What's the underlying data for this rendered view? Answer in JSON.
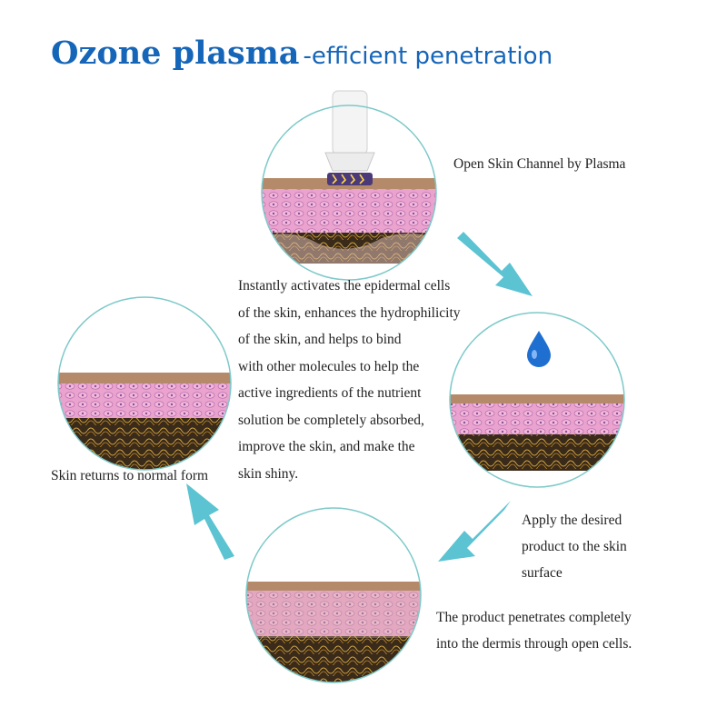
{
  "title": {
    "main": "Ozone plasma",
    "sub": "-efficient penetration"
  },
  "steps": {
    "step1": "Open Skin Channel by Plasma",
    "step2_lines": [
      "Apply the desired",
      "product to the skin",
      "surface"
    ],
    "step3_lines": [
      "The product penetrates completely",
      "into the dermis through open cells."
    ],
    "step4": "Skin returns to normal form"
  },
  "center_text_lines": [
    "Instantly activates the epidermal cells",
    "of the skin, enhances the hydrophilicity",
    "of the skin, and helps to bind",
    "with other molecules to help the",
    "active ingredients of the nutrient",
    "solution be completely absorbed,",
    "improve the skin, and make the",
    "skin shiny."
  ],
  "colors": {
    "title": "#1565b8",
    "arrow": "#5cc3d2",
    "circle_border": "#7ec9c9",
    "skin_pink": "#e89ac8",
    "epidermis": "#b07a5a",
    "fibers": "#c9a23c",
    "drop": "#1f6fd1"
  },
  "icons": [
    "plasma-device-icon",
    "water-drop-icon",
    "arrow-icon"
  ]
}
